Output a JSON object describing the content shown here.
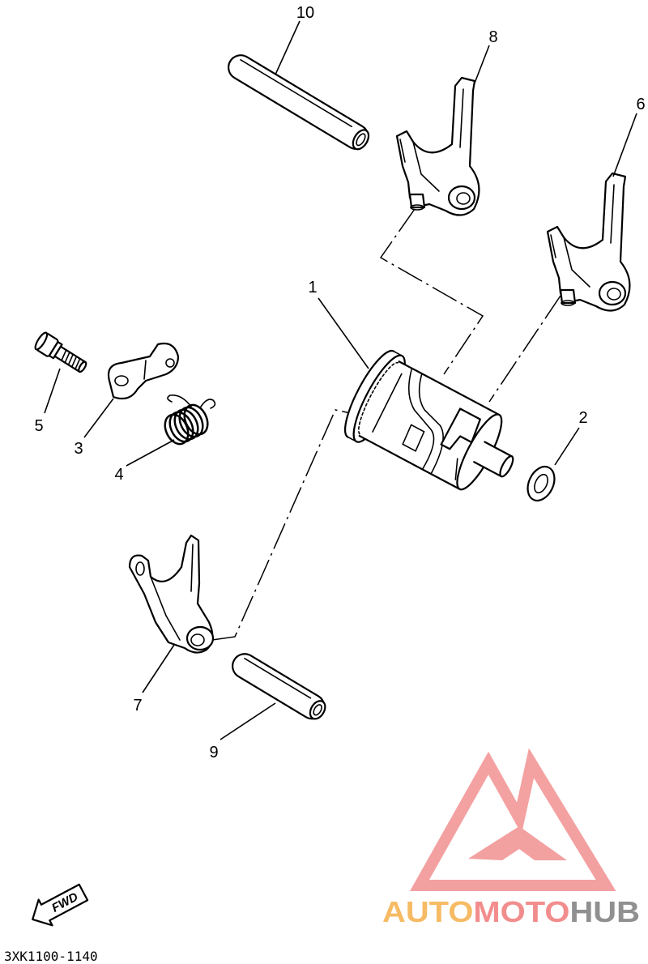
{
  "callouts": {
    "c1": "1",
    "c2": "2",
    "c3": "3",
    "c4": "4",
    "c5": "5",
    "c6": "6",
    "c7": "7",
    "c8": "8",
    "c9": "9",
    "c10": "10"
  },
  "fwd_label": "FWD",
  "part_code": "3XK1100-1140",
  "watermark": {
    "auto": "AUTO",
    "moto": "MOTO",
    "hub": "HUB"
  },
  "colors": {
    "line": "#000000",
    "logo_red": "#f29090",
    "logo_orange": "#f5b04a",
    "logo_gray": "#7d7d7d"
  }
}
